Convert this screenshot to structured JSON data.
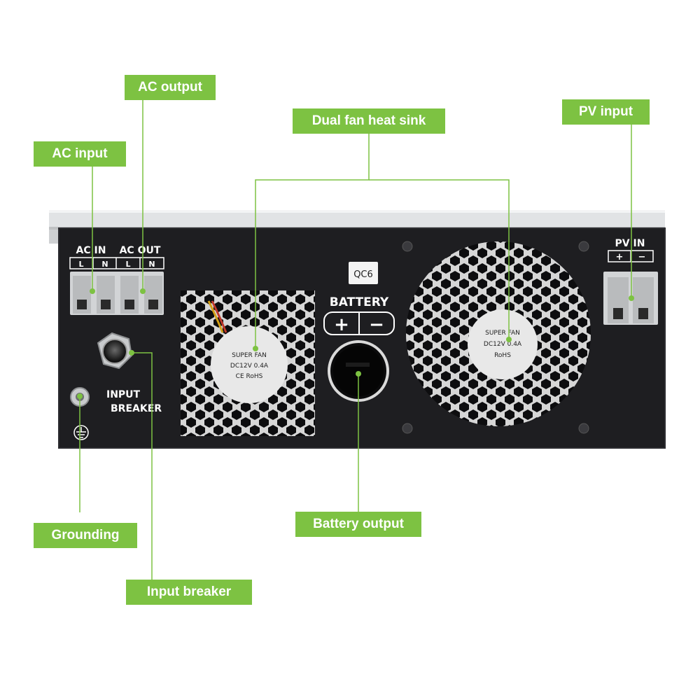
{
  "callouts": {
    "ac_output": "AC output",
    "ac_input": "AC input",
    "dual_fan_heat_sink": "Dual fan heat sink",
    "pv_input": "PV input",
    "grounding": "Grounding",
    "battery_output": "Battery output",
    "input_breaker": "Input breaker"
  },
  "device": {
    "ac_in_label": "AC IN",
    "ac_out_label": "AC OUT",
    "terminal_l": "L",
    "terminal_n": "N",
    "pv_in_label": "PV IN",
    "pv_plus": "+",
    "pv_minus": "−",
    "battery_label": "BATTERY",
    "battery_plus": "+",
    "battery_minus": "−",
    "qc_sticker": "QC6",
    "breaker_label_line1": "INPUT",
    "breaker_label_line2": "BREAKER",
    "fan_left_line1": "SUPER FAN",
    "fan_left_line2": "DC12V 0.4A",
    "fan_left_line3": "CE RoHS",
    "fan_right_line1": "SUPER FAN",
    "fan_right_line2": "DC12V 0.4A",
    "fan_right_line3": "RoHS"
  },
  "colors": {
    "accent_green": "#7dc242",
    "chassis": "#1e1e21",
    "top_cover": "#e1e3e5",
    "terminal": "#d2d4d6"
  }
}
